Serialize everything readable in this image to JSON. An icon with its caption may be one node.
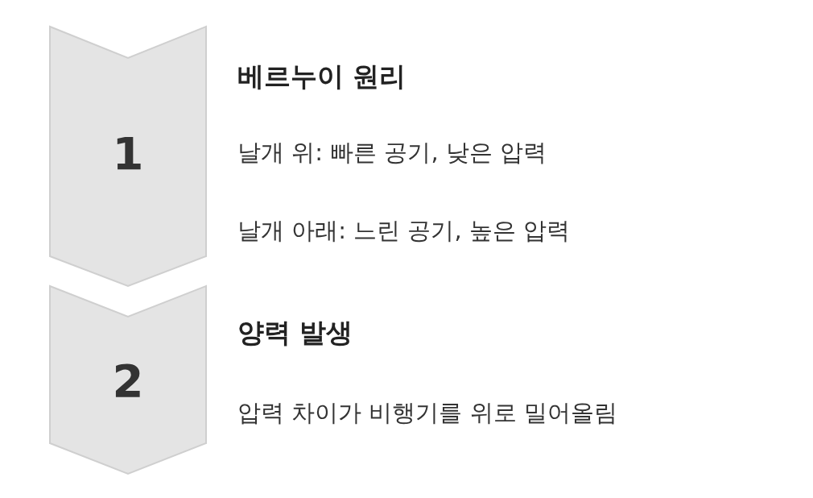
{
  "diagram": {
    "nodes": [
      {
        "text": [
          "1"
        ],
        "beside": [
          "베르누이 원리",
          "날개 위: 빠른 공기, 낮은 압력",
          "날개 아래: 느린 공기, 높은 압력"
        ]
      },
      {
        "text": [
          "2"
        ],
        "beside": [
          "양력 발생",
          "압력 차이가 비행기를 위로 밀어올림"
        ]
      }
    ]
  }
}
